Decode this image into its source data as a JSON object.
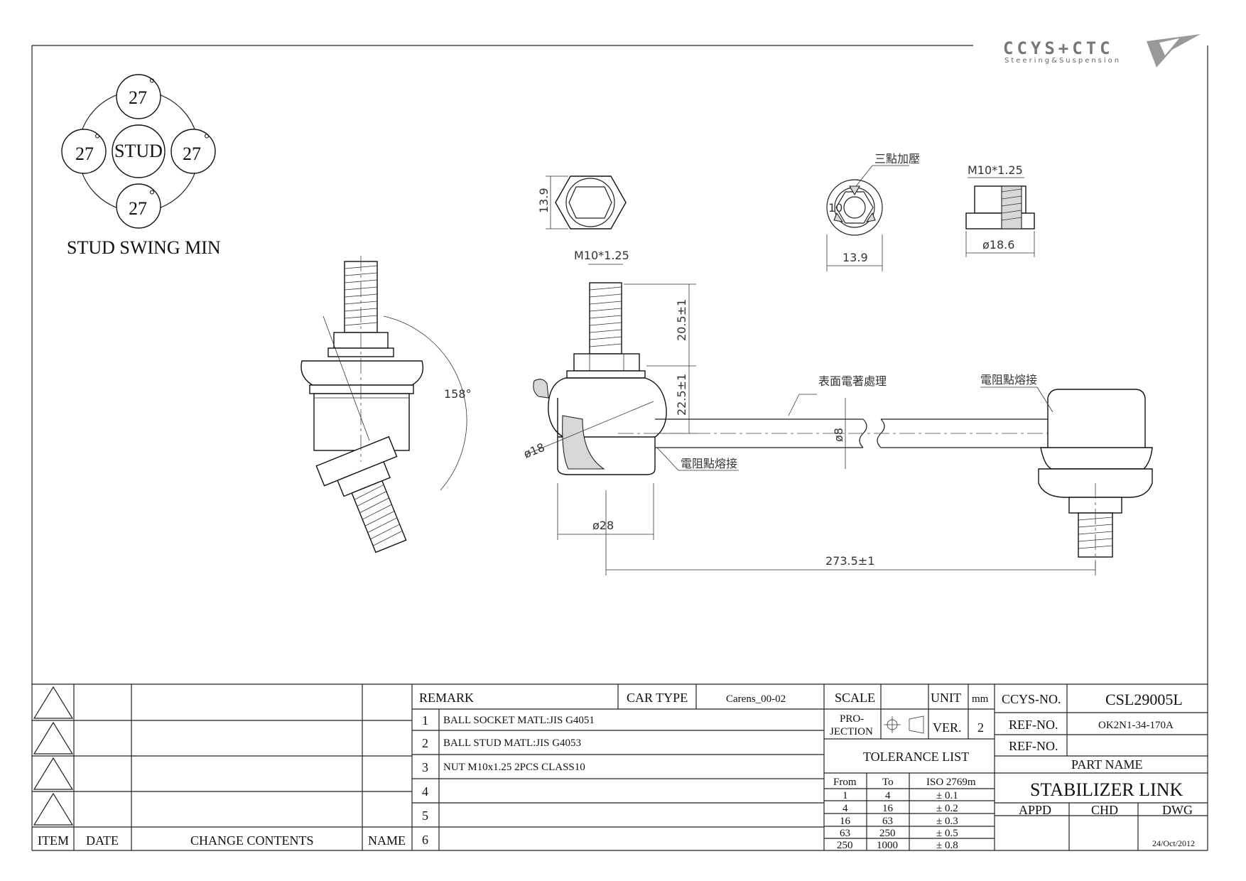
{
  "logo": {
    "brand": "CCYS+CTC",
    "tagline": "Steering&Suspension"
  },
  "swing": {
    "angle_top": "27",
    "angle_left": "27",
    "angle_right": "27",
    "angle_bottom": "27",
    "degree_mark": "°",
    "center_label": "STUD",
    "caption": "STUD SWING MIN"
  },
  "dimensions": {
    "swing_angle": "158°",
    "hex_width": "13.9",
    "thread_top": "M10*1.25",
    "thread_nut": "M10*1.25",
    "stud_length": "20.5±1",
    "body_height": "22.5±1",
    "ball_dia": "ø18",
    "rod_dia": "ø8",
    "housing_dia": "ø28",
    "nut_width": "13.9",
    "nut_flange_dia": "ø18.6",
    "nut_inner": "10",
    "overall_length": "273.5±1"
  },
  "notes": {
    "three_point_press": "三點加壓",
    "surface_treatment": "表面電著處理",
    "spot_weld_right": "電阻點熔接",
    "spot_weld_left": "電阻點熔接"
  },
  "revision_table": {
    "headers": {
      "item": "ITEM",
      "date": "DATE",
      "change": "CHANGE CONTENTS",
      "name": "NAME"
    }
  },
  "remarks": {
    "header": "REMARK",
    "car_type_label": "CAR TYPE",
    "car_type_value": "Carens_00-02",
    "rows": [
      {
        "no": "1",
        "text": "BALL SOCKET MATL:JIS  G4051"
      },
      {
        "no": "2",
        "text": "BALL STUD MATL:JIS G4053"
      },
      {
        "no": "3",
        "text": "NUT M10x1.25 2PCS CLASS10"
      },
      {
        "no": "4",
        "text": ""
      },
      {
        "no": "5",
        "text": ""
      },
      {
        "no": "6",
        "text": ""
      }
    ]
  },
  "scale_block": {
    "scale_label": "SCALE",
    "scale_value": "",
    "unit_label": "UNIT",
    "unit_value": "mm",
    "projection_label_1": "PRO-",
    "projection_label_2": "JECTION",
    "ver_label": "VER.",
    "ver_value": "2"
  },
  "tolerance": {
    "title": "TOLERANCE LIST",
    "headers": [
      "From",
      "To",
      "ISO 2769m"
    ],
    "rows": [
      [
        "1",
        "4",
        "± 0.1"
      ],
      [
        "4",
        "16",
        "± 0.2"
      ],
      [
        "16",
        "63",
        "± 0.3"
      ],
      [
        "63",
        "250",
        "± 0.5"
      ],
      [
        "250",
        "1000",
        "± 0.8"
      ]
    ]
  },
  "title_block": {
    "ccys_no_label": "CCYS-NO.",
    "ccys_no_value": "CSL29005L",
    "ref_no_label_1": "REF-NO.",
    "ref_no_value_1": "OK2N1-34-170A",
    "ref_no_label_2": "REF-NO.",
    "ref_no_value_2": "",
    "part_name_label": "PART NAME",
    "part_name_value": "STABILIZER LINK",
    "appd_label": "APPD",
    "chd_label": "CHD",
    "dwg_label": "DWG",
    "date": "24/Oct/2012"
  }
}
